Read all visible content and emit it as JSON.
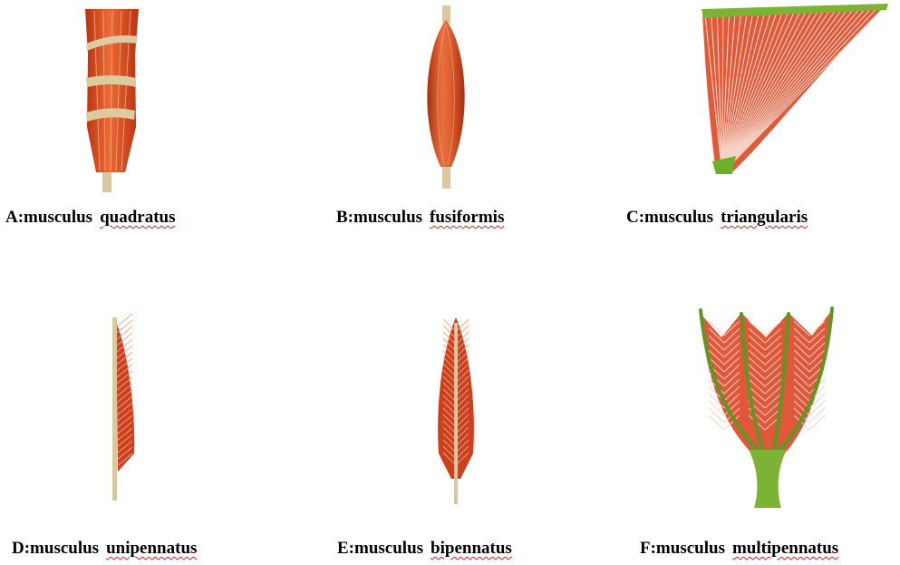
{
  "figures": [
    {
      "id": "A",
      "prefix": "A:musculus",
      "term": "quadratus"
    },
    {
      "id": "B",
      "prefix": "B:musculus",
      "term": "fusiformis"
    },
    {
      "id": "C",
      "prefix": "C:musculus",
      "term": "triangularis"
    },
    {
      "id": "D",
      "prefix": "D:musculus",
      "term": "unipennatus"
    },
    {
      "id": "E",
      "prefix": "E:musculus",
      "term": "bipennatus"
    },
    {
      "id": "F",
      "prefix": "F:musculus",
      "term": "multipennatus"
    }
  ],
  "colors": {
    "muscle": "#d4461c",
    "muscle_light": "#ef8a5a",
    "muscle_dark": "#a52a10",
    "tendon": "#d9c7a0",
    "tendon_green": "#6fae2b",
    "fiber_pale": "#f6d6cc",
    "spell_underline": "#d42020"
  }
}
